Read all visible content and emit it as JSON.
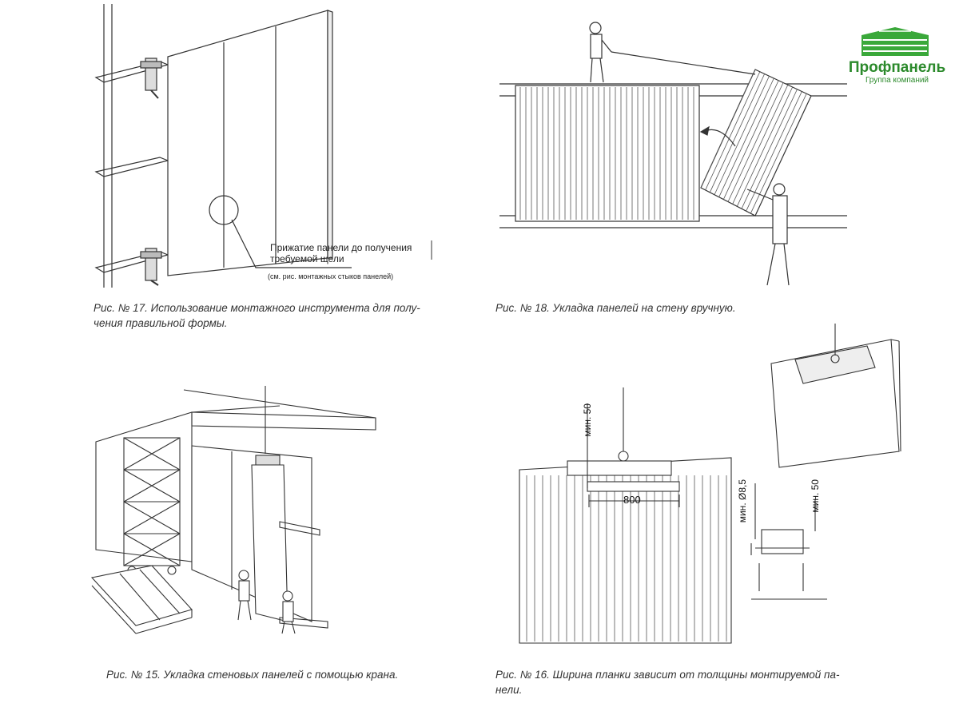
{
  "logo": {
    "name": "Профпанель",
    "subtitle": "Группа компаний",
    "color": "#2c8a2c"
  },
  "figures": {
    "fig17": {
      "caption": "Рис. № 17. Использование монтажного инструмента для получения правильной формы.",
      "caption_line1": "Рис. № 17. Использование монтажного инструмента для полу-",
      "caption_line2": "чения правильной формы.",
      "note_line1": "Прижатие панели до получения",
      "note_line2": "требуемой щели",
      "note_line3": "(см. рис. монтажных стыков панелей)"
    },
    "fig18": {
      "caption": "Рис. № 18. Укладка панелей на стену вручную."
    },
    "fig15": {
      "caption": "Рис. № 15. Укладка стеновых панелей с помощью крана."
    },
    "fig16": {
      "caption_line1": "Рис. № 16. Ширина планки зависит от толщины монтируемой па-",
      "caption_line2": "нели.",
      "dim_800": "800",
      "dim_min50_a": "мин. 50",
      "dim_min50_b": "мин. 50",
      "dim_d85": "мин. Ø8,5"
    }
  }
}
